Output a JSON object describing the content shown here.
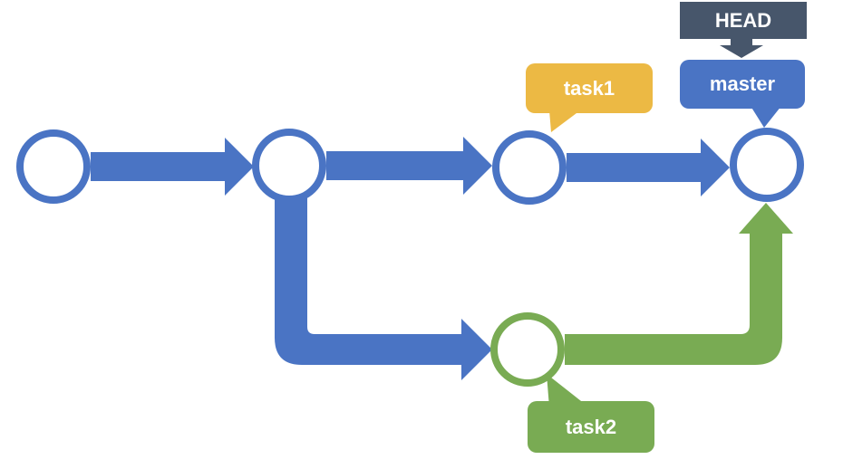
{
  "figure": {
    "type": "git-commit-graph",
    "commit_count": 5,
    "branch_count": 2
  },
  "colors": {
    "blue": "#4a74c4",
    "green": "#79ab53",
    "yellow": "#ecb944",
    "dark_slate": "#47566b",
    "node_fill": "#ffffff",
    "text": "#ffffff"
  },
  "badges": {
    "head": {
      "label": "HEAD"
    },
    "master": {
      "label": "master"
    },
    "task1": {
      "label": "task1"
    },
    "task2": {
      "label": "task2"
    }
  }
}
